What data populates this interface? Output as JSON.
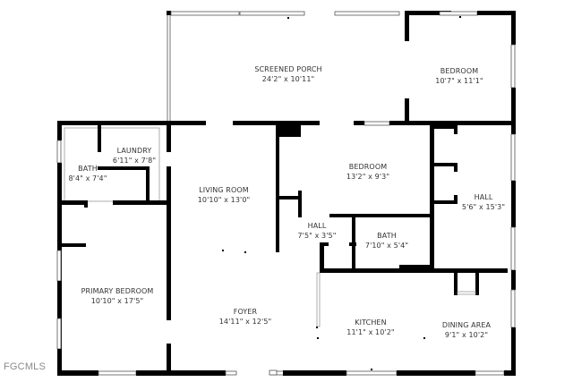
{
  "watermark": "FGCMLS",
  "rooms": {
    "screened_porch": {
      "name": "SCREENED PORCH",
      "dim": "24'2\" x 10'11\""
    },
    "bedroom_ne": {
      "name": "BEDROOM",
      "dim": "10'7\" x 11'1\""
    },
    "laundry": {
      "name": "LAUNDRY",
      "dim": "6'11\" x 7'8\""
    },
    "bath_w": {
      "name": "BATH",
      "dim": "8'4\" x 7'4\""
    },
    "living_room": {
      "name": "LIVING ROOM",
      "dim": "10'10\" x 13'0\""
    },
    "bedroom_c": {
      "name": "BEDROOM",
      "dim": "13'2\" x 9'3\""
    },
    "hall_e": {
      "name": "HALL",
      "dim": "5'6\" x 15'3\""
    },
    "hall_c": {
      "name": "HALL",
      "dim": "7'5\" x 3'5\""
    },
    "bath_c": {
      "name": "BATH",
      "dim": "7'10\" x 5'4\""
    },
    "primary_bedroom": {
      "name": "PRIMARY BEDROOM",
      "dim": "10'10\" x 17'5\""
    },
    "foyer": {
      "name": "FOYER",
      "dim": "14'11\" x 12'5\""
    },
    "kitchen": {
      "name": "KITCHEN",
      "dim": "11'1\" x 10'2\""
    },
    "dining_area": {
      "name": "DINING AREA",
      "dim": "9'1\" x 10'2\""
    }
  }
}
